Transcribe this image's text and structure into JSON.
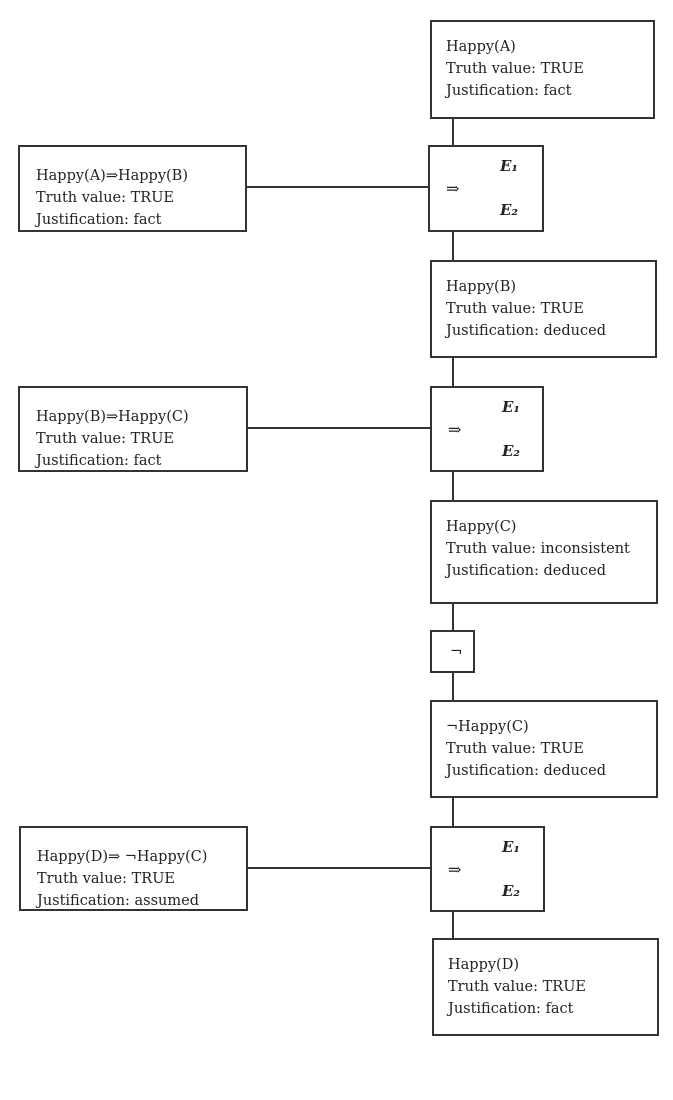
{
  "nodes": [
    {
      "formula": "Happy(A)",
      "truth": "Truth value: TRUE",
      "just": "Justification: fact"
    },
    {
      "formula": "Happy(B)",
      "truth": "Truth value: TRUE",
      "just": "Justification: deduced"
    },
    {
      "formula": "Happy(C)",
      "truth": "Truth value: inconsistent",
      "just": "Justification: deduced"
    },
    {
      "formula": "¬Happy(C)",
      "truth": "Truth value: TRUE",
      "just": "Justification: deduced"
    },
    {
      "formula": "Happy(D)",
      "truth": "Truth value: TRUE",
      "just": "Justification: fact"
    }
  ],
  "rules": [
    {
      "formula": "Happy(A)⇒Happy(B)",
      "truth": "Truth value: TRUE",
      "just": "Justification: fact"
    },
    {
      "formula": "Happy(B)⇒Happy(C)",
      "truth": "Truth value: TRUE",
      "just": "Justification: fact"
    },
    {
      "formula": "Happy(D)⇒ ¬Happy(C)",
      "truth": "Truth value: TRUE",
      "just": "Justification: assumed"
    }
  ],
  "implication": {
    "symbol": "⇒",
    "e1": "E₁",
    "e2": "E₂"
  },
  "negation": {
    "symbol": "¬"
  }
}
